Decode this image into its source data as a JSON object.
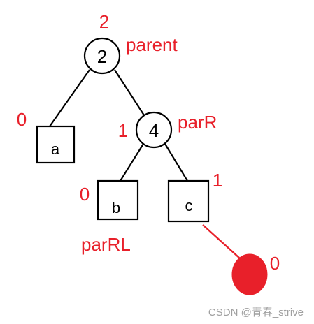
{
  "colors": {
    "stroke": "#000000",
    "annotation": "#e8202a",
    "new_node_fill": "#e8202a",
    "watermark": "#a0a0a0"
  },
  "nodes": {
    "root": {
      "value": "2",
      "balance": "2",
      "name": "parent"
    },
    "right_child": {
      "value": "4",
      "balance": "1",
      "name": "parR"
    },
    "subtree_a": {
      "label": "a",
      "balance": "0"
    },
    "subtree_b": {
      "label": "b",
      "balance": "0",
      "name": "parRL"
    },
    "subtree_c": {
      "label": "c",
      "balance": "1"
    },
    "inserted": {
      "balance": "0"
    }
  },
  "watermark": "CSDN @青春_strive"
}
